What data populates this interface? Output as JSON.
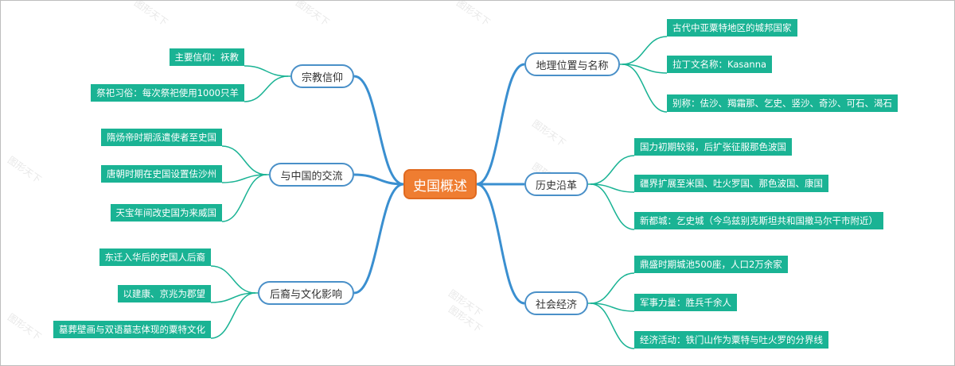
{
  "central": "史国概述",
  "watermark": "图形天下",
  "branches": {
    "geo": {
      "label": "地理位置与名称",
      "leaves": [
        "古代中亚粟特地区的城邦国家",
        "拉丁文名称：Kasanna",
        "别称：佉沙、羯霜那、乞史、竖沙、奇沙、可石、渴石"
      ]
    },
    "hist": {
      "label": "历史沿革",
      "leaves": [
        "国力初期较弱，后扩张征服那色波国",
        "疆界扩展至米国、吐火罗国、那色波国、康国",
        "新都城：乞史城（今乌兹别克斯坦共和国撒马尔干市附近）"
      ]
    },
    "econ": {
      "label": "社会经济",
      "leaves": [
        "鼎盛时期城池500座，人口2万余家",
        "军事力量：胜兵千余人",
        "经济活动：铁门山作为粟特与吐火罗的分界线"
      ]
    },
    "rel": {
      "label": "宗教信仰",
      "leaves": [
        "主要信仰：祆教",
        "祭祀习俗：每次祭祀使用1000只羊"
      ]
    },
    "china": {
      "label": "与中国的交流",
      "leaves": [
        "隋炀帝时期派遣使者至史国",
        "唐朝时期在史国设置佉沙州",
        "天宝年间改史国为来威国"
      ]
    },
    "desc": {
      "label": "后裔与文化影响",
      "leaves": [
        "东迁入华后的史国人后裔",
        "以建康、京兆为郡望",
        "墓葬壁画与双语墓志体现的粟特文化"
      ]
    }
  },
  "colors": {
    "central": "#ef7d31",
    "branch_border": "#4a90c8",
    "leaf": "#1ab394",
    "trunk_link": "#3a8fd0",
    "leaf_link": "#1ab394"
  }
}
